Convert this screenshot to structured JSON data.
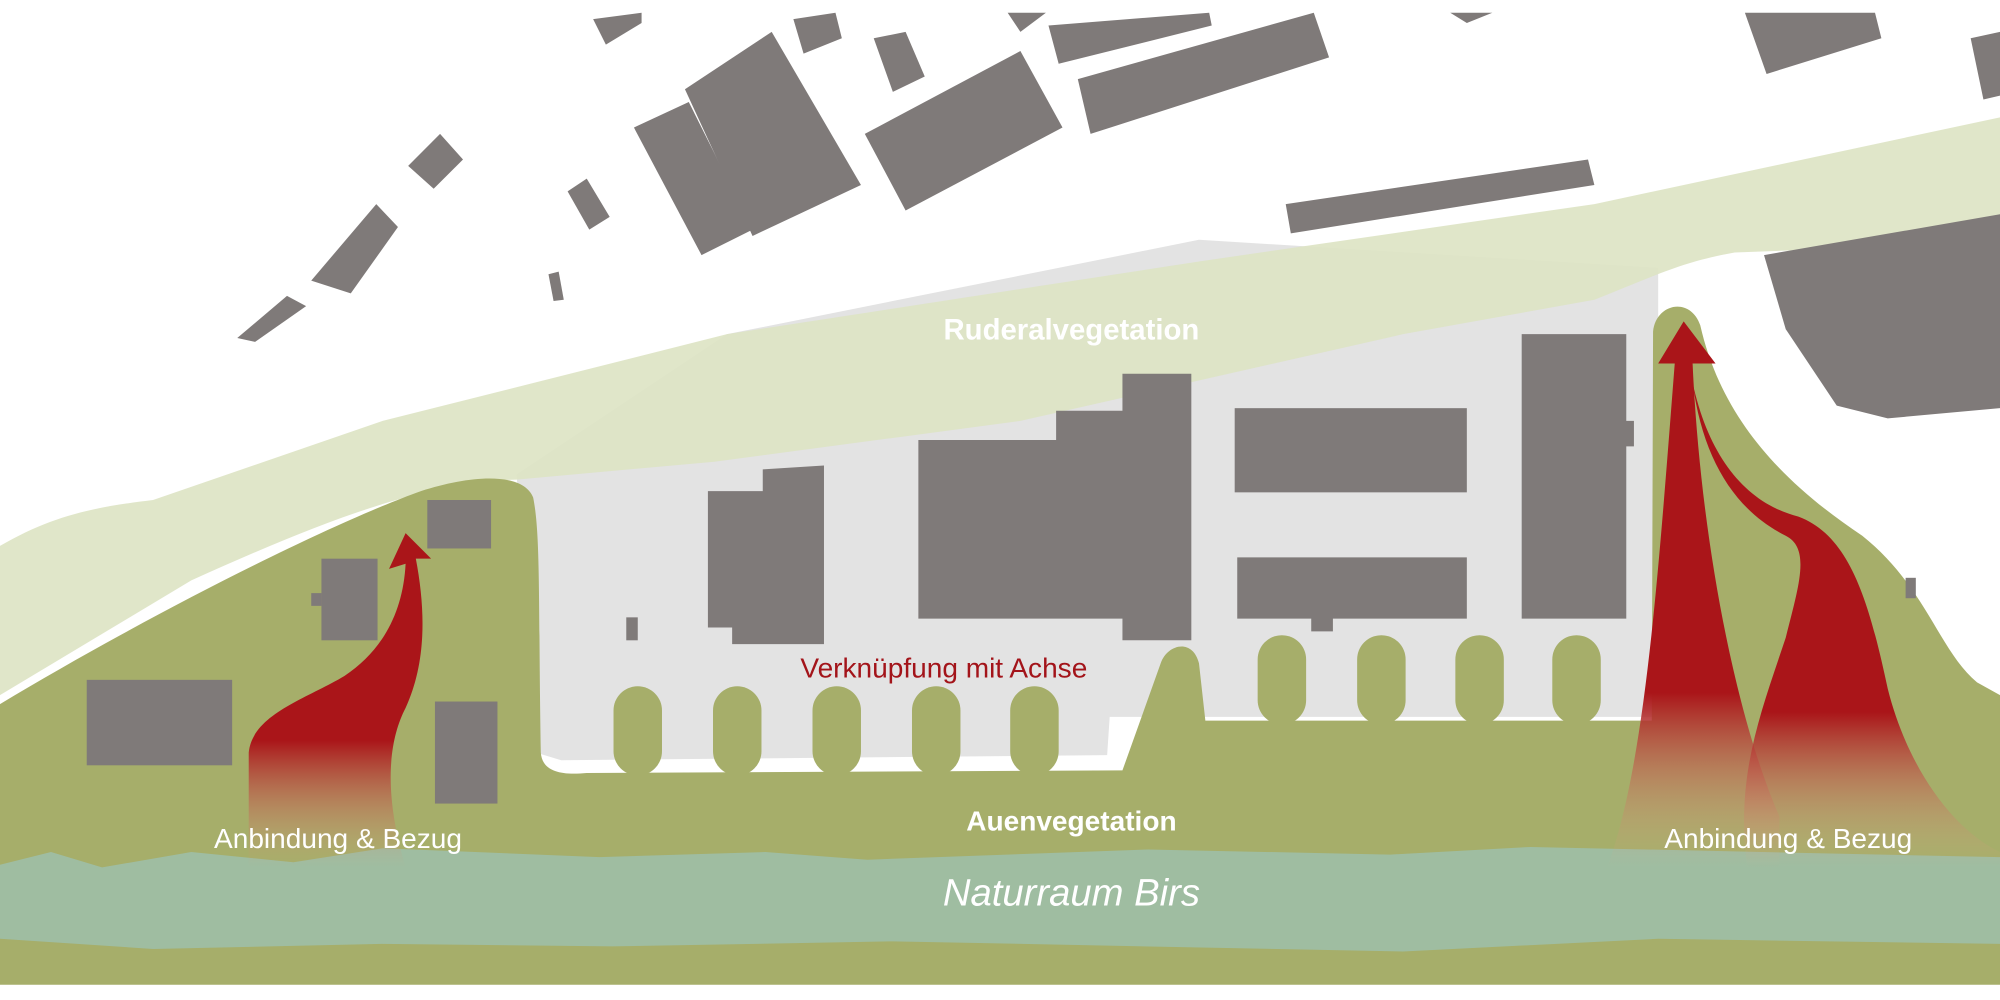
{
  "labels": {
    "ruderal": "Ruderalvegetation",
    "connection": "Verknüpfung mit Achse",
    "auen": "Auenvegetation",
    "naturraum": "Naturraum Birs",
    "link_left": "Anbindung & Bezug",
    "link_right": "Anbindung & Bezug"
  },
  "colors": {
    "building": "#7f7a79",
    "site": "#e3e3e3",
    "ruderal_band": "#dfe4c6",
    "auen_green": "#a6ae6a",
    "water": "#9ebfaa",
    "arrow_red": "#aa1519",
    "connection_text": "#a3141a"
  }
}
